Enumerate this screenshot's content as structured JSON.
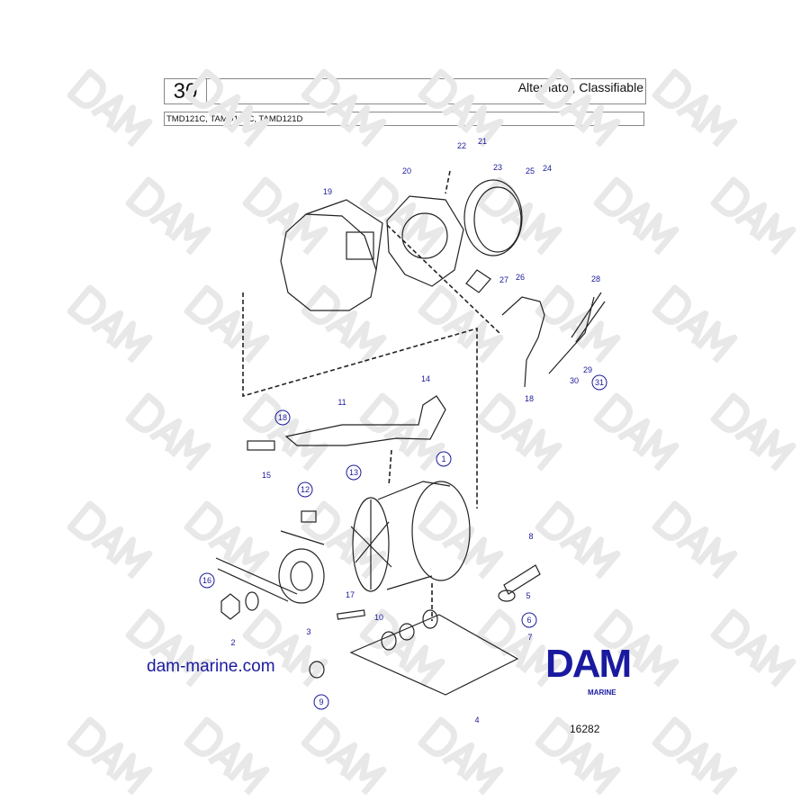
{
  "header": {
    "section_number": "30",
    "title": "Alternator, Classifiable"
  },
  "models": "TMD121C, TAMD121C, TAMD121D",
  "watermark": "DAM",
  "callouts": {
    "c22": "22",
    "c21": "21",
    "c23": "23",
    "c25": "25",
    "c24": "24",
    "c20": "20",
    "c19": "19",
    "c27": "27",
    "c26": "26",
    "c28": "28",
    "c29": "29",
    "c30": "30",
    "c31": "31",
    "c18a": "18",
    "c11": "11",
    "c14": "14",
    "c18b": "18",
    "c15": "15",
    "c13": "13",
    "c1": "1",
    "c12": "12",
    "c8": "8",
    "c16": "16",
    "c5": "5",
    "c17": "17",
    "c6": "6",
    "c10": "10",
    "c7": "7",
    "c2": "2",
    "c3": "3",
    "c9": "9",
    "c4": "4"
  },
  "footer": {
    "website": "dam-marine.com",
    "logo": "DAM",
    "logo_sub": "MARINE",
    "figure_number": "16282"
  }
}
